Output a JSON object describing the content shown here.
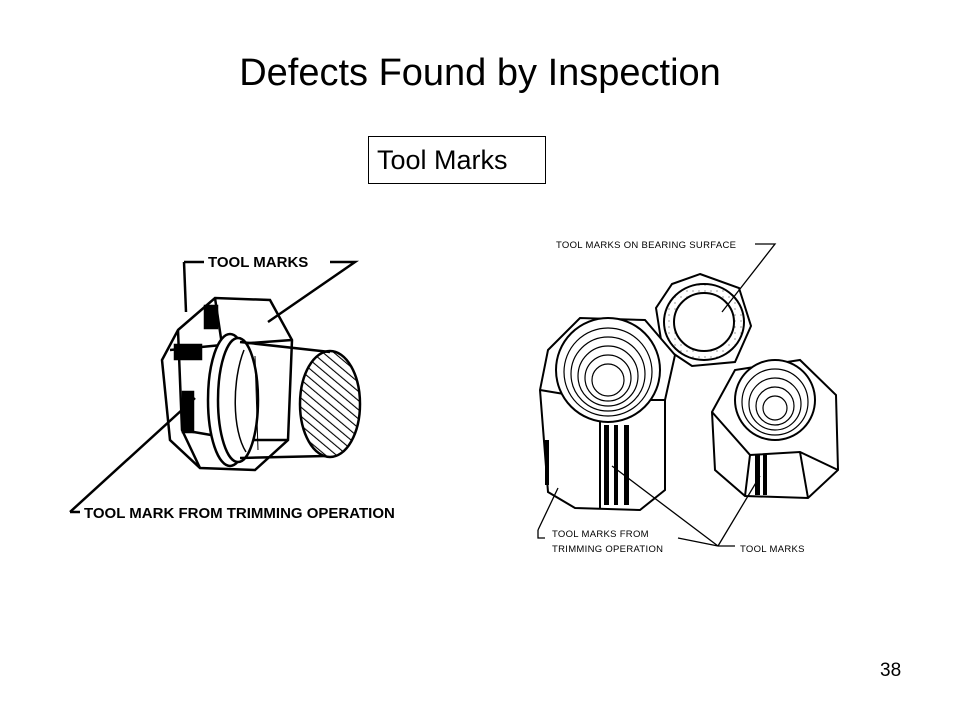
{
  "slide": {
    "title": "Defects Found by Inspection",
    "subtitle_box": "Tool Marks",
    "page_number": "38"
  },
  "figure_left": {
    "label_top": "TOOL MARKS",
    "label_bottom": "TOOL MARK FROM TRIMMING OPERATION"
  },
  "figure_right": {
    "label_bearing": "TOOL MARKS ON BEARING SURFACE",
    "label_trim_line1": "TOOL MARKS FROM",
    "label_trim_line2": "TRIMMING OPERATION",
    "label_toolmarks": "TOOL MARKS"
  }
}
